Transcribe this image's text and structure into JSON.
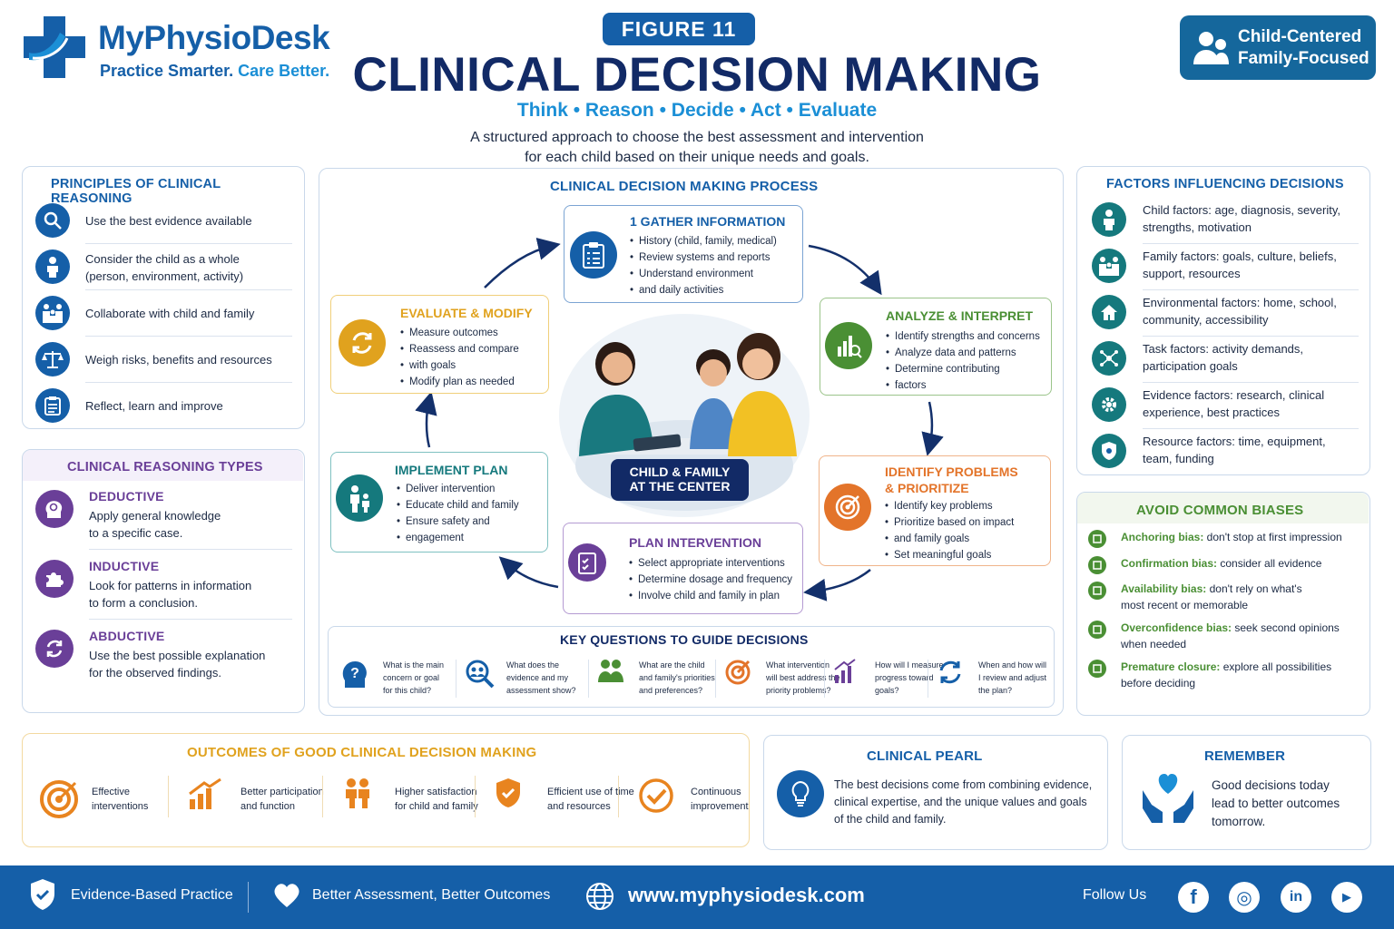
{
  "header": {
    "brand": "MyPhysioDesk",
    "tagline_a": "Practice Smarter.",
    "tagline_b": "Care Better.",
    "figure": "FIGURE 11",
    "title": "CLINICAL DECISION MAKING",
    "subtitle": "Think • Reason • Decide • Act • Evaluate",
    "intro_line1": "A structured approach to choose the best assessment and intervention",
    "intro_line2": "for each child based on their unique needs and goals.",
    "badge_line1": "Child-Centered",
    "badge_line2": "Family-Focused"
  },
  "principles": {
    "title": "PRINCIPLES OF CLINICAL REASONING",
    "items": [
      {
        "icon": "magnifier-icon",
        "text1": "Use the best evidence available",
        "text2": ""
      },
      {
        "icon": "person-icon",
        "text1": "Consider the child as a whole",
        "text2": "(person, environment, activity)"
      },
      {
        "icon": "family-icon",
        "text1": "Collaborate with child and family",
        "text2": ""
      },
      {
        "icon": "scales-icon",
        "text1": "Weigh risks, benefits and resources",
        "text2": ""
      },
      {
        "icon": "clipboard-icon",
        "text1": "Reflect, learn and improve",
        "text2": ""
      }
    ]
  },
  "reasoning_types": {
    "title": "CLINICAL REASONING TYPES",
    "items": [
      {
        "name": "DEDUCTIVE",
        "line1": "Apply general knowledge",
        "line2": "to a specific case."
      },
      {
        "name": "INDUCTIVE",
        "line1": "Look for patterns in information",
        "line2": "to form a conclusion."
      },
      {
        "name": "ABDUCTIVE",
        "line1": "Use the best possible explanation",
        "line2": "for the observed findings."
      }
    ]
  },
  "process": {
    "title": "CLINICAL DECISION MAKING PROCESS",
    "center_line1": "CHILD & FAMILY",
    "center_line2": "AT THE CENTER",
    "gather": {
      "title": "1 GATHER INFORMATION",
      "b1": "History (child, family, medical)",
      "b2": "Review systems and reports",
      "b3": "Understand environment",
      "b3b": "and daily activities"
    },
    "analyze": {
      "title": "ANALYZE & INTERPRET",
      "b1": "Identify strengths and concerns",
      "b2": "Analyze data and patterns",
      "b3": "Determine contributing",
      "b3b": "factors"
    },
    "identify": {
      "title1": "IDENTIFY PROBLEMS",
      "title2": "& PRIORITIZE",
      "b1": "Identify key problems",
      "b2": "Prioritize based on impact",
      "b2b": "and family goals",
      "b3": "Set meaningful goals"
    },
    "plan": {
      "title": "PLAN INTERVENTION",
      "b1": "Select appropriate interventions",
      "b2": "Determine dosage and frequency",
      "b3": "Involve child and family in plan"
    },
    "implement": {
      "title": "IMPLEMENT PLAN",
      "b1": "Deliver intervention",
      "b2": "Educate child and family",
      "b3": "Ensure safety and",
      "b3b": "engagement"
    },
    "evaluate": {
      "title": "EVALUATE & MODIFY",
      "b1": "Measure outcomes",
      "b2": "Reassess and compare",
      "b2b": "with goals",
      "b3": "Modify plan as needed"
    }
  },
  "key_questions": {
    "title": "KEY QUESTIONS TO GUIDE DECISIONS",
    "items": [
      {
        "l1": "What is the main",
        "l2": "concern or goal",
        "l3": "for this child?"
      },
      {
        "l1": "What does the",
        "l2": "evidence and my",
        "l3": "assessment show?"
      },
      {
        "l1": "What are the child",
        "l2": "and family's priorities",
        "l3": "and preferences?"
      },
      {
        "l1": "What intervention",
        "l2": "will best address the",
        "l3": "priority problems?"
      },
      {
        "l1": "How will I measure",
        "l2": "progress toward",
        "l3": "goals?"
      },
      {
        "l1": "When and how will",
        "l2": "I review and adjust",
        "l3": "the plan?"
      }
    ]
  },
  "factors": {
    "title": "FACTORS INFLUENCING DECISIONS",
    "items": [
      {
        "l1": "Child factors: age, diagnosis, severity,",
        "l2": "strengths, motivation"
      },
      {
        "l1": "Family factors: goals, culture, beliefs,",
        "l2": "support, resources"
      },
      {
        "l1": "Environmental factors: home, school,",
        "l2": "community, accessibility"
      },
      {
        "l1": "Task factors: activity demands,",
        "l2": "participation goals"
      },
      {
        "l1": "Evidence factors: research, clinical",
        "l2": "experience, best practices"
      },
      {
        "l1": "Resource factors: time, equipment,",
        "l2": "team, funding"
      }
    ]
  },
  "biases": {
    "title": "AVOID COMMON BIASES",
    "items": [
      {
        "name": "Anchoring bias:",
        "l1": " don't stop at first impression",
        "l2": ""
      },
      {
        "name": "Confirmation bias:",
        "l1": " consider all evidence",
        "l2": ""
      },
      {
        "name": "Availability bias:",
        "l1": " don't rely on what's",
        "l2": "most recent or memorable"
      },
      {
        "name": "Overconfidence bias:",
        "l1": " seek second opinions",
        "l2": "when needed"
      },
      {
        "name": "Premature closure:",
        "l1": " explore all possibilities",
        "l2": "before deciding"
      }
    ]
  },
  "outcomes": {
    "title": "OUTCOMES OF GOOD CLINICAL DECISION MAKING",
    "items": [
      {
        "l1": "Effective",
        "l2": "interventions"
      },
      {
        "l1": "Better participation",
        "l2": "and function"
      },
      {
        "l1": "Higher satisfaction",
        "l2": "for child and family"
      },
      {
        "l1": "Efficient use of time",
        "l2": "and resources"
      },
      {
        "l1": "Continuous",
        "l2": "improvement"
      }
    ]
  },
  "pearl": {
    "title": "CLINICAL PEARL",
    "l1": "The best decisions come from combining evidence,",
    "l2": "clinical expertise, and the unique values and goals",
    "l3": "of the child and family."
  },
  "remember": {
    "title": "REMEMBER",
    "l1": "Good decisions today",
    "l2": "lead to better outcomes",
    "l3": "tomorrow."
  },
  "footer": {
    "item1": "Evidence-Based Practice",
    "item2": "Better Assessment, Better Outcomes",
    "url": "www.myphysiodesk.com",
    "follow": "Follow Us",
    "fb": "f",
    "ig": "◎",
    "li": "in",
    "yt": "▶"
  },
  "colors": {
    "primary": "#155fa8",
    "navy": "#122a66",
    "teal": "#15797d",
    "green": "#4a8f34",
    "orange": "#e3742a",
    "purple": "#6a3f98",
    "amber": "#e0a21e"
  }
}
